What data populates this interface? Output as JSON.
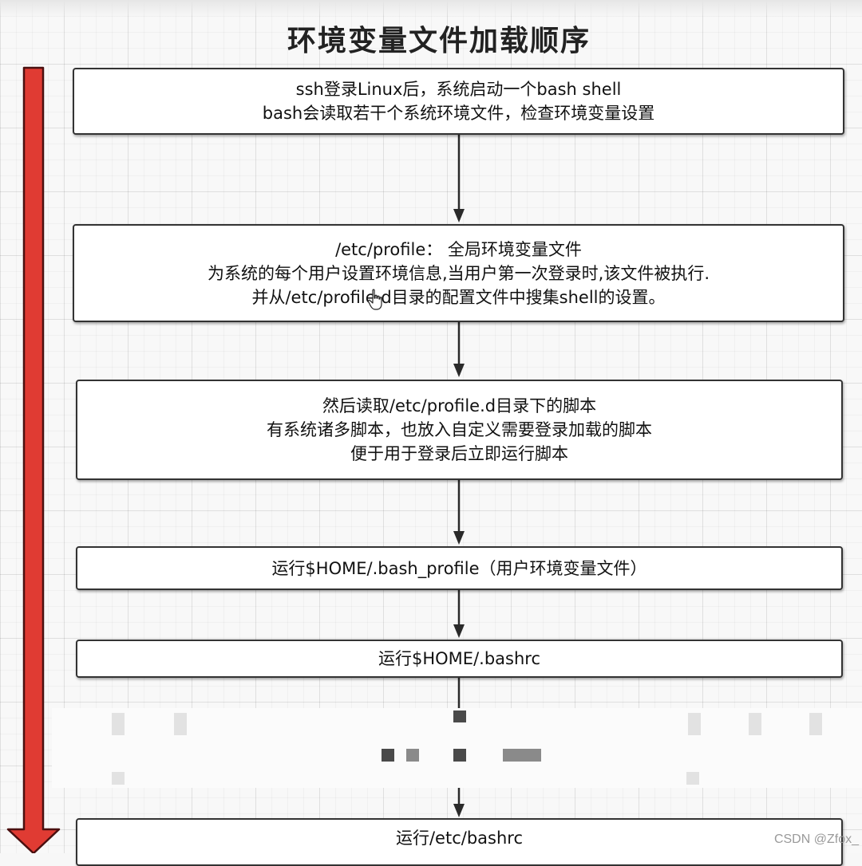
{
  "title": "环境变量文件加载顺序",
  "steps": [
    {
      "lines": [
        "ssh登录Linux后，系统启动一个bash shell",
        "bash会读取若干个系统环境文件，检查环境变量设置"
      ]
    },
    {
      "lines": [
        "/etc/profile：  全局环境变量文件",
        "为系统的每个用户设置环境信息,当用户第一次登录时,该文件被执行.",
        "并从/etc/profile.d目录的配置文件中搜集shell的设置。"
      ]
    },
    {
      "lines": [
        "然后读取/etc/profile.d目录下的脚本",
        "有系统诸多脚本，也放入自定义需要登录加载的脚本",
        "便于用于登录后立即运行脚本"
      ]
    },
    {
      "lines": [
        "运行$HOME/.bash_profile（用户环境变量文件）"
      ]
    },
    {
      "lines": [
        "运行$HOME/.bashrc"
      ]
    },
    {
      "lines": [
        "运行/etc/bashrc"
      ]
    }
  ],
  "watermark": "CSDN @Zfox_",
  "colors": {
    "timeline_arrow": "#e03b33",
    "timeline_outline": "#4a1010",
    "box_border": "#333333",
    "flow_arrow": "#2a2a2a"
  },
  "icons": {
    "cursor": "hand-pointer-icon"
  }
}
